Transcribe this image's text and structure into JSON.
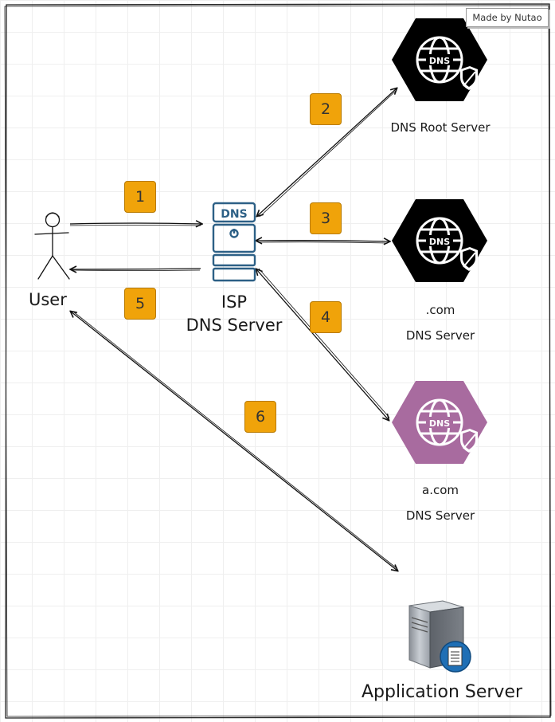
{
  "watermark": "Made by Nutao",
  "nodes": {
    "user": {
      "label": "User"
    },
    "isp": {
      "icon_text": "DNS",
      "label_line1": "ISP",
      "label_line2": "DNS Server"
    },
    "root": {
      "icon_text": "DNS",
      "label": "DNS Root Server",
      "color": "#000000"
    },
    "com": {
      "icon_text": "DNS",
      "label_line1": ".com",
      "label_line2": "DNS Server",
      "color": "#000000"
    },
    "acom": {
      "icon_text": "DNS",
      "label_line1": "a.com",
      "label_line2": "DNS Server",
      "color": "#a86b9f"
    },
    "app": {
      "label": "Application Server"
    }
  },
  "steps": [
    "1",
    "2",
    "3",
    "4",
    "5",
    "6"
  ],
  "colors": {
    "badge": "#f0a30a",
    "isp_icon": "#2d6086",
    "arrow": "#111111"
  }
}
